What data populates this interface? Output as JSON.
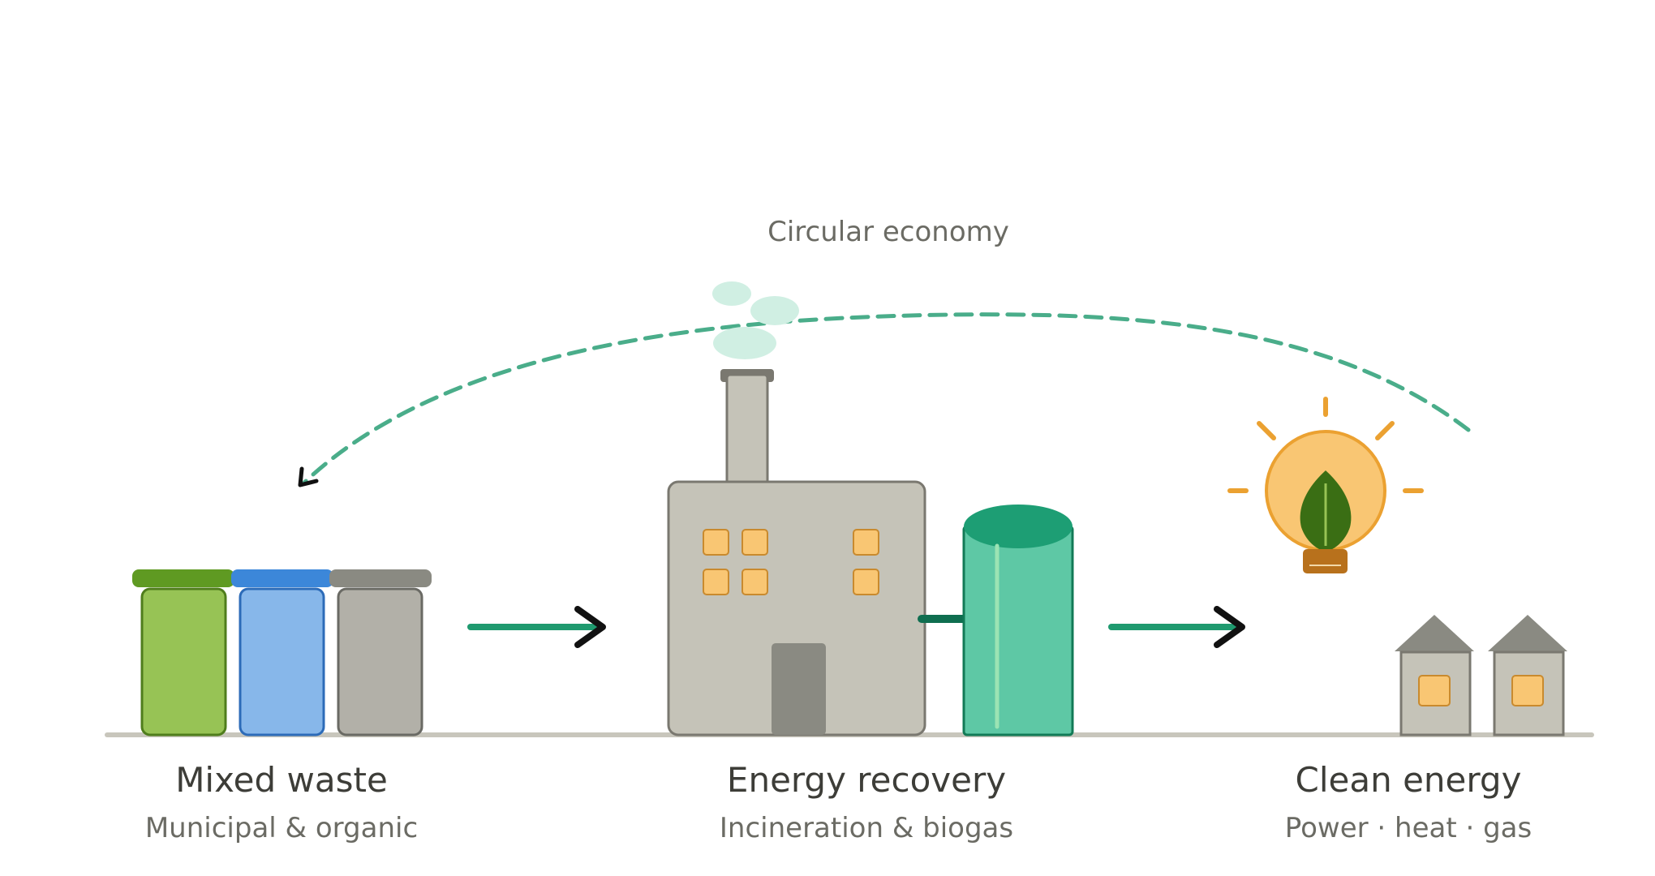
{
  "top_label": "Circular economy",
  "stages": [
    {
      "title": "Mixed waste",
      "subtitle": "Municipal & organic"
    },
    {
      "title": "Energy recovery",
      "subtitle": "Incineration & biogas"
    },
    {
      "title": "Clean energy",
      "subtitle": "Power · heat · gas"
    }
  ],
  "colors": {
    "bin_green": "#97c355",
    "bin_green_lid": "#5f9a22",
    "bin_blue": "#87b7ea",
    "bin_blue_lid": "#3c87d9",
    "bin_gray": "#b2b0a8",
    "bin_gray_lid": "#8a8a82",
    "factory": "#c5c3b8",
    "factory_stroke": "#7a7870",
    "window": "#f9c673",
    "tank": "#5ec8a5",
    "tank_top": "#1d9e74",
    "arrow_green": "#1f9a6f",
    "dashed": "#4aad8a",
    "bulb": "#f9c673",
    "bulb_stroke": "#eba131",
    "leaf": "#3a6e14",
    "house_roof": "#8a8a82",
    "ground": "#c8c6bc"
  },
  "icons": [
    "waste-bin-icon",
    "factory-icon",
    "biogas-tank-icon",
    "lightbulb-leaf-icon",
    "house-icon",
    "arrow-right-icon",
    "return-loop-arrow"
  ]
}
